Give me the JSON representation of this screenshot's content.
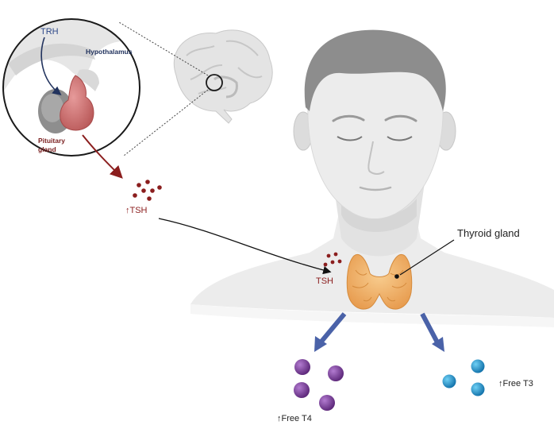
{
  "labels": {
    "trh": "TRH",
    "hypothalamus": "Hypothalamus",
    "pituitary_line1": "Pituitary",
    "pituitary_line2": "gland",
    "tsh_up": "↑TSH",
    "tsh": "TSH",
    "thyroid_gland": "Thyroid gland",
    "free_t4": "↑Free T4",
    "free_t3": "↑Free T3"
  },
  "colors": {
    "skin": "#e9e9e9",
    "skin_shade": "#d3d3d3",
    "hair": "#8d8d8d",
    "pituitary": "#d77b7b",
    "tsh_dots": "#8b1e1e",
    "thyroid": "#f1b36a",
    "t4_spheres": "#7b3f99",
    "t3_spheres": "#1e9bd7",
    "output_arrows": "#4a62a8"
  },
  "icons": [
    "brain-icon",
    "head-icon",
    "thyroid-icon"
  ]
}
